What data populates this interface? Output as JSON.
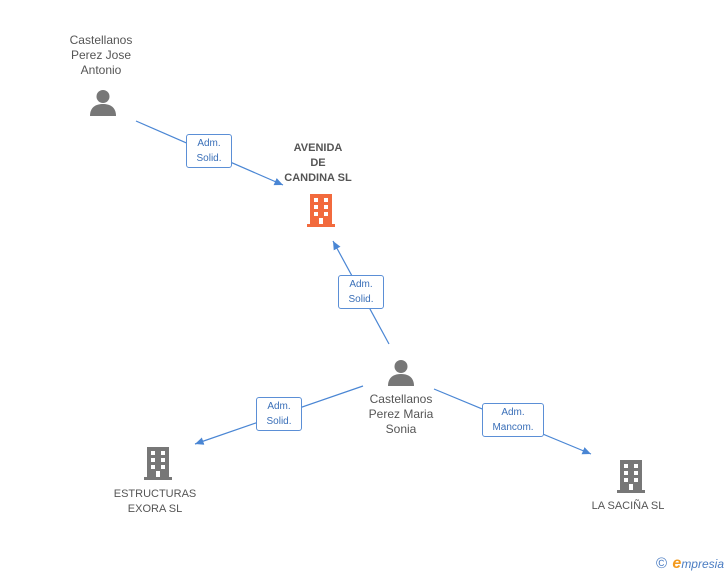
{
  "nodes": {
    "company_main": {
      "name_lines": [
        "AVENIDA",
        "DE",
        "CANDINA SL"
      ],
      "icon": "building-icon",
      "color": "#f26a3d"
    },
    "person_jose": {
      "name_lines": [
        "Castellanos",
        "Perez Jose",
        "Antonio"
      ],
      "icon": "person-icon",
      "color": "#777777"
    },
    "person_maria": {
      "name_lines": [
        "Castellanos",
        "Perez Maria",
        "Sonia"
      ],
      "icon": "person-icon",
      "color": "#777777"
    },
    "company_exora": {
      "name_lines": [
        "ESTRUCTURAS",
        "EXORA SL"
      ],
      "icon": "building-icon",
      "color": "#777777"
    },
    "company_sacina": {
      "name_lines": [
        "LA SACIÑA SL"
      ],
      "icon": "building-icon",
      "color": "#777777"
    }
  },
  "edges": [
    {
      "from": "person_jose",
      "to": "company_main",
      "label_lines": [
        "Adm.",
        "Solid."
      ]
    },
    {
      "from": "person_maria",
      "to": "company_main",
      "label_lines": [
        "Adm.",
        "Solid."
      ]
    },
    {
      "from": "person_maria",
      "to": "company_exora",
      "label_lines": [
        "Adm.",
        "Solid."
      ]
    },
    {
      "from": "person_maria",
      "to": "company_sacina",
      "label_lines": [
        "Adm.",
        "Mancom."
      ]
    }
  ],
  "colors": {
    "edge": "#4a86d4",
    "edge_label_border": "#5b8fd6",
    "accent": "#f26a3d"
  },
  "footer": {
    "copyright_symbol": "©",
    "brand_first_letter": "e",
    "brand_rest": "mpresia"
  }
}
